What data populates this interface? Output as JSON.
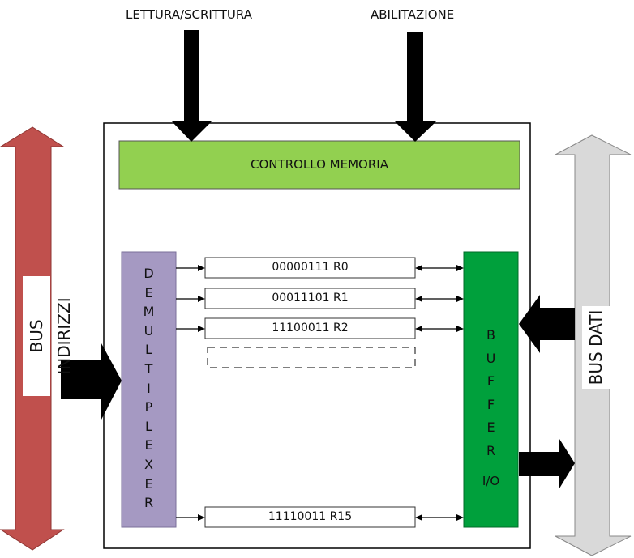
{
  "labels": {
    "read_write": "LETTURA/SCRITTURA",
    "enable": "ABILITAZIONE",
    "memory_control": "CONTROLLO MEMORIA",
    "address_bus": "BUS INDIRIZZI",
    "data_bus": "BUS DATI",
    "demux_letters": [
      "D",
      "E",
      "M",
      "U",
      "L",
      "T",
      "I",
      "P",
      "L",
      "E",
      "X",
      "E",
      "R"
    ],
    "buffer_letters": [
      "B",
      "U",
      "F",
      "F",
      "E",
      "R"
    ],
    "buffer_io": "I/O"
  },
  "registers": [
    {
      "text": "00000111 R0"
    },
    {
      "text": "00011101 R1"
    },
    {
      "text": "11100011 R2"
    },
    {
      "text": "11110011 R15"
    }
  ],
  "colors": {
    "control": "#92d050",
    "demux": "#a599c2",
    "buffer": "#00a03c",
    "address_bus": "#c0504d",
    "data_bus": "#d9d9d9",
    "arrow": "#000000"
  }
}
